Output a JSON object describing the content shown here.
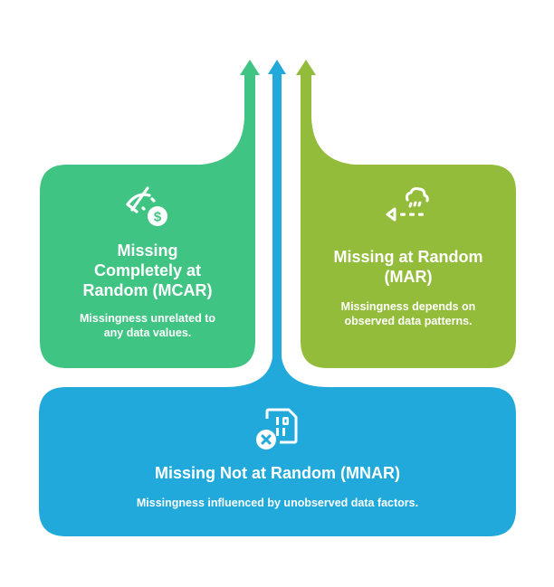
{
  "colors": {
    "mcar": "#40C483",
    "mar": "#93BC3A",
    "mnar": "#20A9DA",
    "text": "#FFFFFF",
    "background": "#FFFFFF"
  },
  "cards": {
    "mcar": {
      "icon": "hidden-money-icon",
      "title": "Missing Completely at Random (MCAR)",
      "title_lines": [
        "Missing",
        "Completely at",
        "Random (MCAR)"
      ],
      "description_lines": [
        "Missingness unrelated to",
        "any data values."
      ]
    },
    "mar": {
      "icon": "observation-rain-icon",
      "title": "Missing at Random (MAR)",
      "title_lines": [
        "Missing at Random",
        "(MAR)"
      ],
      "description_lines": [
        "Missingness depends on",
        "observed data patterns."
      ]
    },
    "mnar": {
      "icon": "missing-data-file-icon",
      "title": "Missing Not at Random (MNAR)",
      "title_lines": [
        "Missing Not at Random (MNAR)"
      ],
      "description_lines": [
        "Missingness influenced by unobserved data factors."
      ]
    }
  },
  "arrows": [
    "mcar",
    "mnar",
    "mar"
  ]
}
